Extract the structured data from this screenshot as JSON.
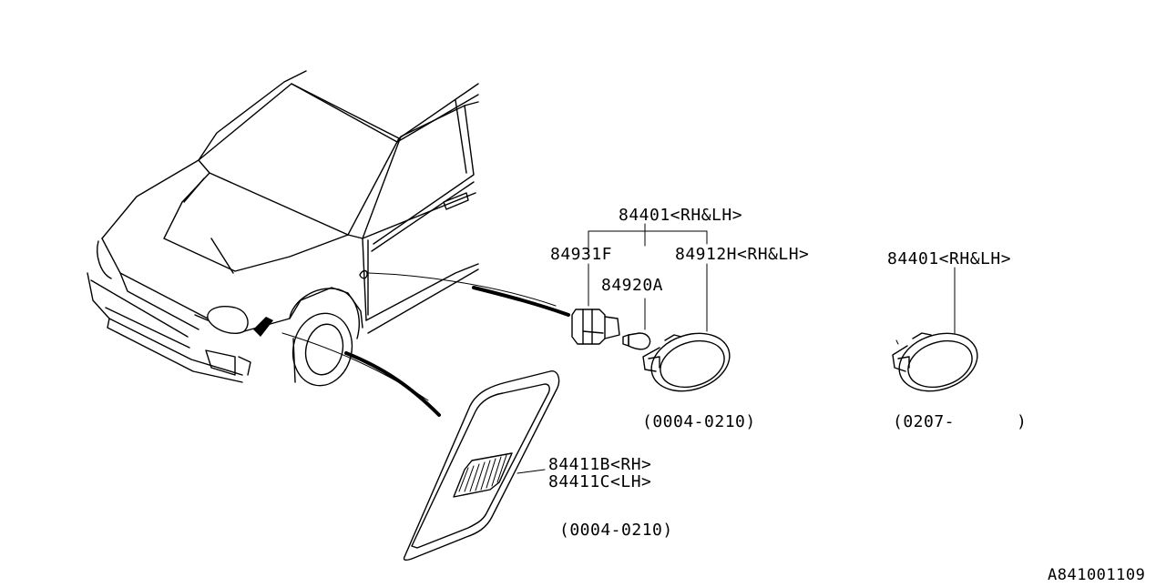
{
  "labels": {
    "assembly_top": "84401<RH&LH>",
    "socket": "84931F",
    "bulb": "84920A",
    "lens": "84912H<RH&LH>",
    "assembly_right": "84401<RH&LH>",
    "date_left_lamp": "(0004-0210)",
    "date_right_lamp": "(0207-      )",
    "garnish_rh": "84411B<RH>",
    "garnish_lh": "84411C<LH>",
    "date_garnish": "(0004-0210)",
    "diagram_id": "A841001109"
  }
}
